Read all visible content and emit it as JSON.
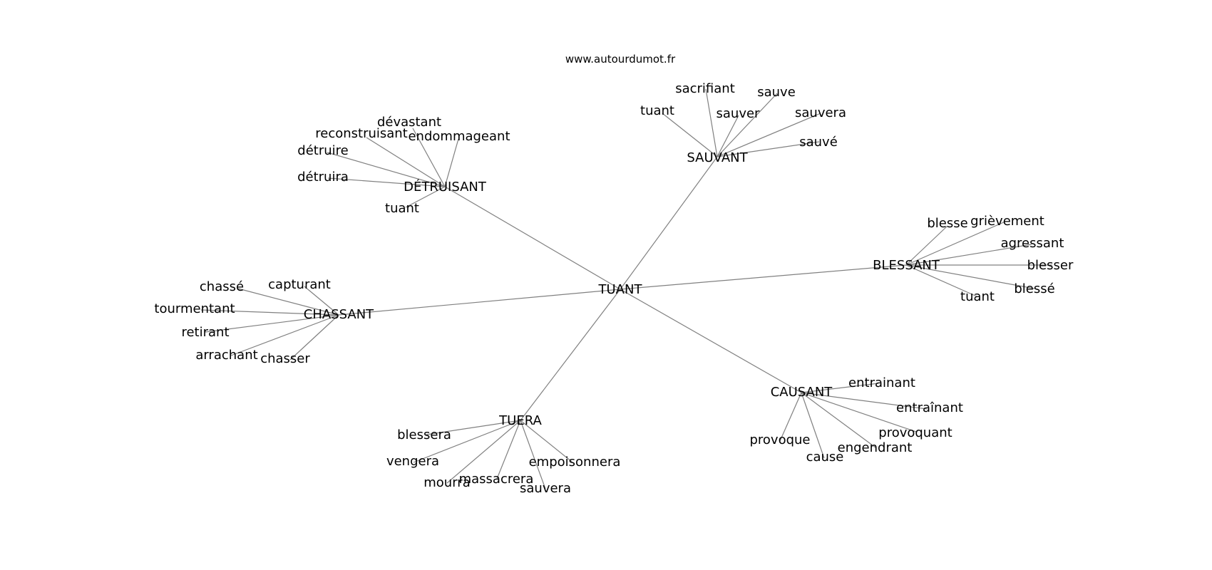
{
  "source": "www.autourdumot.fr",
  "center": "TUANT",
  "clusters": [
    {
      "word": "DÉTRUISANT",
      "neighbors": [
        "dévastant",
        "reconstruisant",
        "endommageant",
        "détruire",
        "détruira",
        "tuant"
      ]
    },
    {
      "word": "SAUVANT",
      "neighbors": [
        "sacrifiant",
        "sauve",
        "tuant",
        "sauver",
        "sauvera",
        "sauvé"
      ]
    },
    {
      "word": "BLESSANT",
      "neighbors": [
        "blesse",
        "grièvement",
        "agressant",
        "blesser",
        "blessé",
        "tuant"
      ]
    },
    {
      "word": "CHASSANT",
      "neighbors": [
        "chassé",
        "capturant",
        "tourmentant",
        "retirant",
        "arrachant",
        "chasser"
      ]
    },
    {
      "word": "CAUSANT",
      "neighbors": [
        "entrainant",
        "entraînant",
        "provoquant",
        "provoque",
        "engendrant",
        "cause"
      ]
    },
    {
      "word": "TUERA",
      "neighbors": [
        "blessera",
        "vengera",
        "empoisonnera",
        "mourra",
        "massacrera",
        "sauvera"
      ]
    }
  ]
}
